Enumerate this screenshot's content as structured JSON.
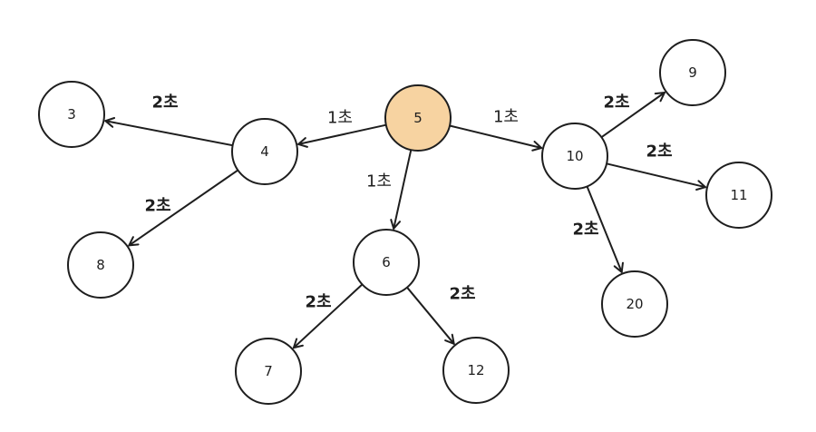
{
  "colors": {
    "stroke": "#1e1e1e",
    "highlight_fill": "#f7d3a1",
    "node_fill": "#ffffff"
  },
  "nodes": [
    {
      "id": "5",
      "label": "5",
      "highlight": true
    },
    {
      "id": "4",
      "label": "4"
    },
    {
      "id": "3",
      "label": "3"
    },
    {
      "id": "8",
      "label": "8"
    },
    {
      "id": "6",
      "label": "6"
    },
    {
      "id": "7",
      "label": "7"
    },
    {
      "id": "12",
      "label": "12"
    },
    {
      "id": "10",
      "label": "10"
    },
    {
      "id": "9",
      "label": "9"
    },
    {
      "id": "11",
      "label": "11"
    },
    {
      "id": "20",
      "label": "20"
    }
  ],
  "edges": [
    {
      "from": "5",
      "to": "4",
      "label": "1초"
    },
    {
      "from": "5",
      "to": "6",
      "label": "1초"
    },
    {
      "from": "5",
      "to": "10",
      "label": "1초"
    },
    {
      "from": "4",
      "to": "3",
      "label": "2초"
    },
    {
      "from": "4",
      "to": "8",
      "label": "2초"
    },
    {
      "from": "6",
      "to": "7",
      "label": "2초"
    },
    {
      "from": "6",
      "to": "12",
      "label": "2초"
    },
    {
      "from": "10",
      "to": "9",
      "label": "2초"
    },
    {
      "from": "10",
      "to": "11",
      "label": "2초"
    },
    {
      "from": "10",
      "to": "20",
      "label": "2초"
    }
  ]
}
